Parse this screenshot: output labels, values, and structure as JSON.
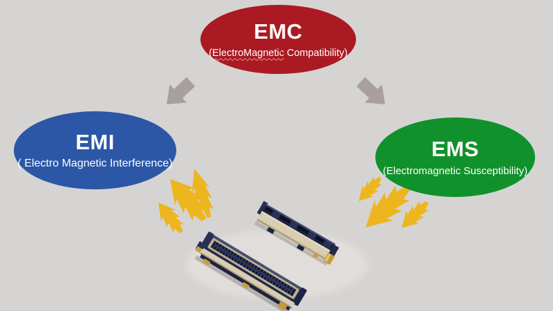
{
  "diagram": {
    "background_color": "#d5d4d3",
    "nodes": {
      "emc": {
        "title": "EMC",
        "sub_open": "(",
        "sub_word": "ElectroMagnetic",
        "sub_rest": " Compatibility)",
        "color": "#ab1a22"
      },
      "emi": {
        "title": "EMI",
        "subtitle": "( Electro Magnetic Interference)",
        "color": "#2b57a6"
      },
      "ems": {
        "title": "EMS",
        "subtitle": "(Electromagnetic Susceptibility)",
        "color": "#11912b"
      }
    },
    "arrows": {
      "icon": "thick-arrow",
      "color": "#a99f9f"
    },
    "bolts": {
      "icon": "lightning-arrow",
      "color": "#edb61f",
      "left_count": 3,
      "right_count": 3
    },
    "product": {
      "icon": "board-to-board-connectors",
      "stage_color": "#e0ddda",
      "body_color": "#222a4a",
      "rail_color": "#1c2340",
      "inner_color": "#bdb08e",
      "face_color": "#d9cdb2",
      "contact_color": "#c19a3a"
    }
  }
}
